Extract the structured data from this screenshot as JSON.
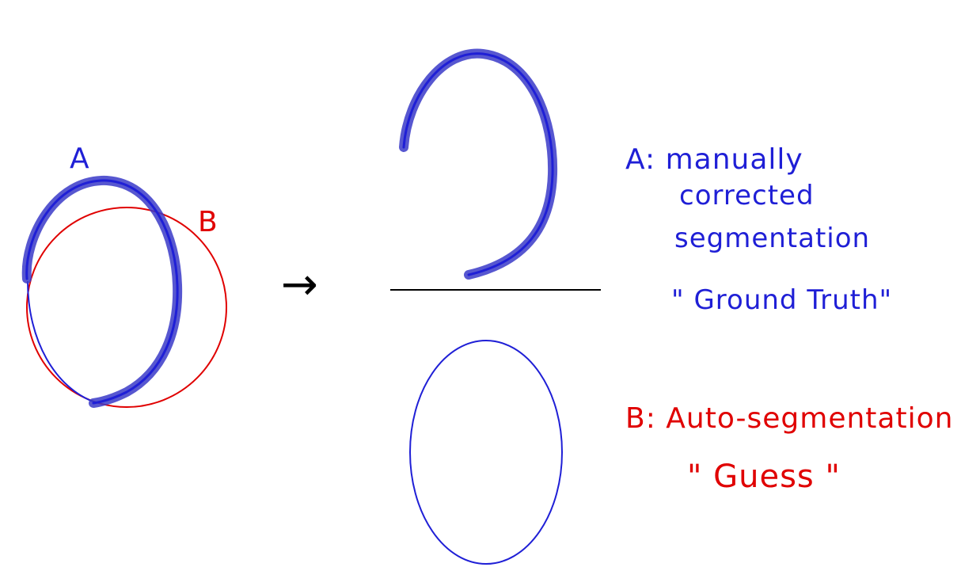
{
  "labels": {
    "a": "A",
    "b": "B"
  },
  "legend": {
    "a_line1": "A: manually",
    "a_line2": "corrected",
    "a_line3": "segmentation",
    "a_line4": "\" Ground Truth\"",
    "b_line1": "B: Auto-segmentation",
    "b_line2": "\" Guess \""
  },
  "arrow_glyph": "→",
  "colors": {
    "ground_truth": "#1f1fd6",
    "ground_truth_highlight": "#3a3ac8",
    "guess": "#e00000",
    "line": "#000000",
    "background": "#ffffff"
  }
}
